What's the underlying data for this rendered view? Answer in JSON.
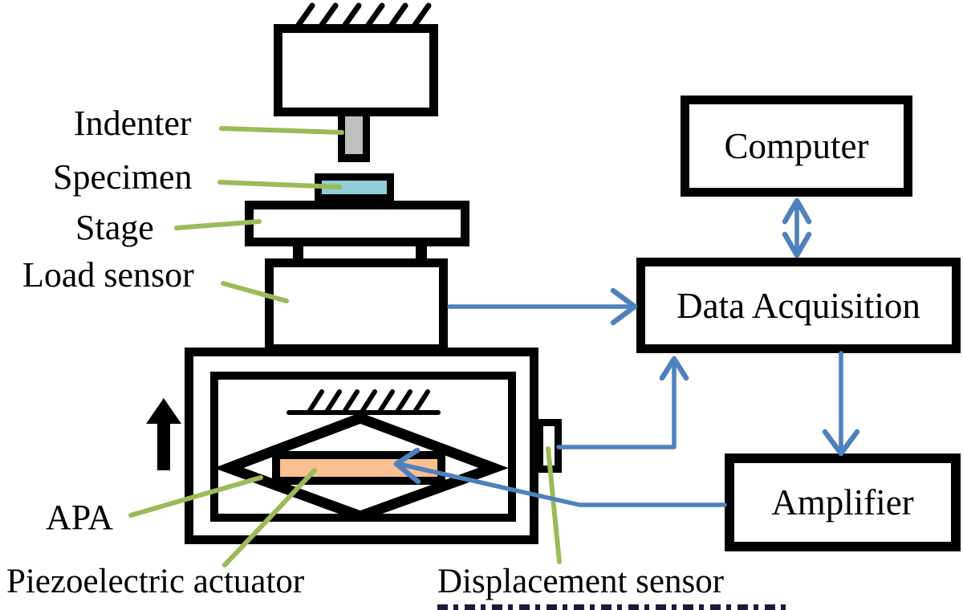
{
  "diagram": {
    "title_context": "Indentation test apparatus schematic",
    "labels": {
      "indenter": "Indenter",
      "specimen": "Specimen",
      "stage": "Stage",
      "load_sensor": "Load sensor",
      "apa": "APA",
      "piezoelectric_actuator": "Piezoelectric actuator",
      "displacement_sensor": "Displacement sensor"
    },
    "boxes": {
      "computer": "Computer",
      "data_acquisition": "Data Acquisition",
      "amplifier": "Amplifier"
    },
    "icons": {
      "fixed_support_top": "hatched-ground-icon",
      "fixed_support_inner": "hatched-ground-icon",
      "motion_arrow": "up-arrow-icon",
      "arrowheads": "open-chevron-arrowhead"
    },
    "connections": [
      {
        "from": "load_sensor",
        "to": "data_acquisition",
        "style": "arrow-right"
      },
      {
        "from": "computer",
        "to": "data_acquisition",
        "style": "double-arrow-vertical"
      },
      {
        "from": "displacement_sensor",
        "to": "data_acquisition",
        "style": "arrow-up"
      },
      {
        "from": "data_acquisition",
        "to": "amplifier",
        "style": "arrow-down"
      },
      {
        "from": "amplifier",
        "to": "piezoelectric_actuator",
        "style": "arrow-left"
      }
    ],
    "colors": {
      "connector_blue": "#4f81bd",
      "label_line_green": "#9bbb59",
      "specimen_fill": "#92cdda",
      "actuator_fill": "#fac090",
      "indenter_fill": "#bfbfbf",
      "outline_black": "#000000",
      "background": "#ffffff"
    }
  }
}
